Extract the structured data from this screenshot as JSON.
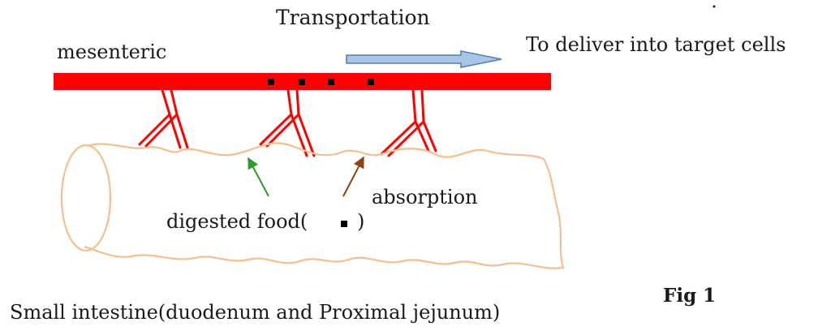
{
  "labels": {
    "transportation": "Transportation",
    "mesenteric": "mesenteric",
    "deliver": "To deliver into target cells",
    "absorption": "absorption",
    "digested_food": "digested food(",
    "digested_food_close": ")",
    "caption": "Small intestine(duodenum and Proximal jejunum)",
    "fig": "Fig 1"
  },
  "colors": {
    "vessel": "#ff0000",
    "intestine_outline": "#f2c08e",
    "arrow_fill": "#a9c6e8",
    "arrow_stroke": "#5b7fa8",
    "green_arrow": "#2e9b2e",
    "brown_arrow": "#8b4513",
    "food_particle": "#000000"
  },
  "icons": {
    "food_particle": "black-square",
    "transport_arrow": "right-arrow"
  }
}
